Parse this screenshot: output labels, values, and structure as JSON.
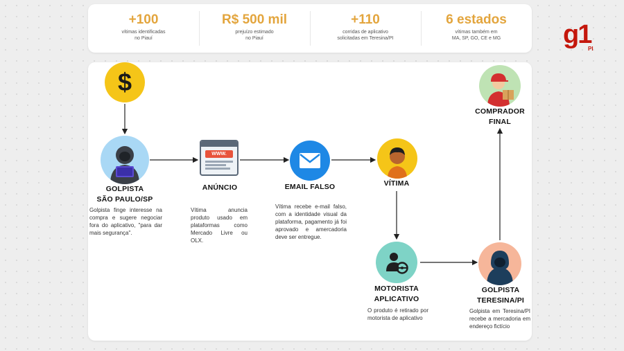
{
  "stats": [
    {
      "value": "+100",
      "lines": [
        "vítimas identificadas",
        "no Piauí"
      ]
    },
    {
      "value": "R$ 500 mil",
      "lines": [
        "prejuízo estimado",
        "no Piauí"
      ]
    },
    {
      "value": "+110",
      "lines": [
        "corridas de aplicativo",
        "solicitadas em Teresina/PI"
      ]
    },
    {
      "value": "6 estados",
      "lines": [
        "vítimas também em",
        "MA, SP, GO, CE e MG"
      ]
    }
  ],
  "nodes": {
    "money": {
      "symbol": "$"
    },
    "golpista_sp": {
      "title": [
        "GOLPISTA",
        "SÃO PAULO/SP"
      ],
      "desc": "Golpista finge interesse na compra e sugere negociar fora do aplicativo, \"para dar mais segurança\"."
    },
    "anuncio": {
      "title": [
        "ANÚNCIO"
      ],
      "icon_text": "WWW.",
      "desc": "Vítima anuncia produto usado em plataformas como Mercado Livre ou OLX."
    },
    "email": {
      "title": [
        "EMAIL FALSO"
      ],
      "desc": "Vítima recebe e-mail falso, com a identidade visual da plataforma, pagamento já foi aprovado e amercadoria deve ser entregue."
    },
    "vitima": {
      "title": [
        "VÍTIMA"
      ]
    },
    "motorista": {
      "title": [
        "MOTORISTA",
        "APLICATIVO"
      ],
      "desc": "O produto é retirado por motorista de aplicativo"
    },
    "golpista_pi": {
      "title": [
        "GOLPISTA",
        "TERESINA/PI"
      ],
      "desc": "Golpista em Teresina/PI recebe a mercadoria em endereço fictício"
    },
    "comprador": {
      "title": [
        "COMPRADOR",
        "FINAL"
      ]
    }
  },
  "logo": {
    "brand": "g1",
    "region": "PI",
    "color": "#c4170c"
  },
  "colors": {
    "stat_value": "#e3a53d",
    "money": "#f5c518",
    "golpista_sp": "#a9d8f5",
    "email": "#1e88e5",
    "vitima": "#f5c518",
    "motorista": "#7ed3c6",
    "golpista_pi": "#f6b69a",
    "comprador": "#bfe3b4"
  }
}
